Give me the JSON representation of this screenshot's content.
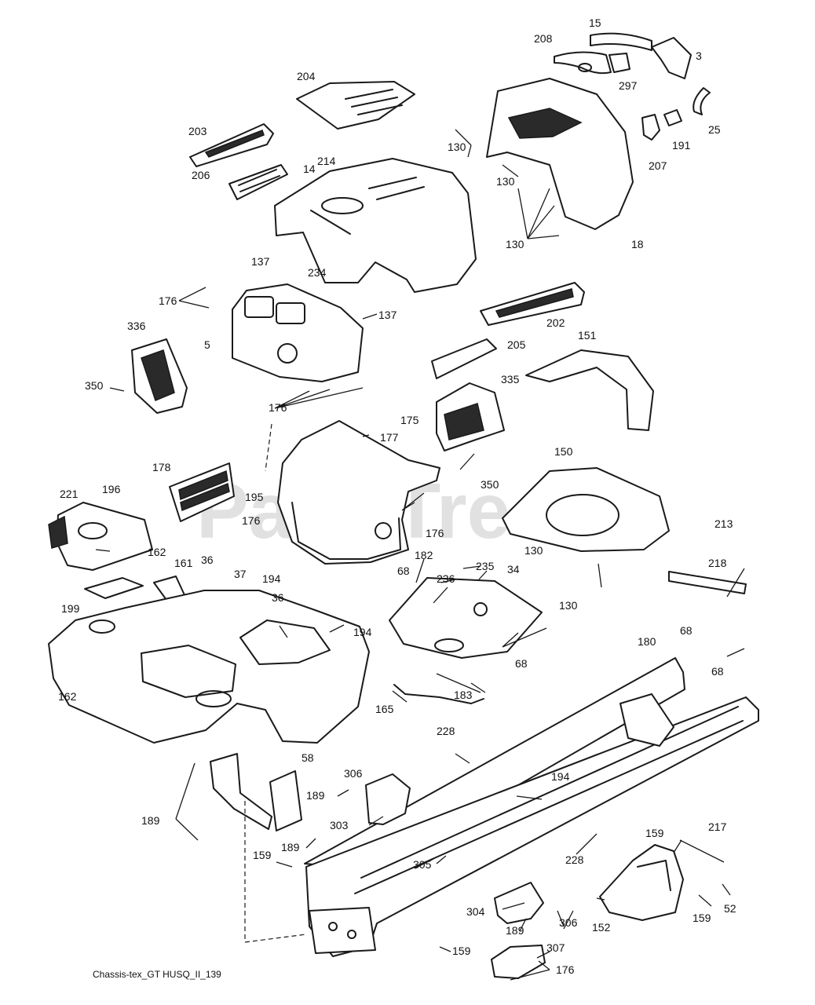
{
  "watermark": {
    "text": "PartsTree",
    "trademark": "™"
  },
  "footer_code": "Chassis-tex_GT HUSQ_II_139",
  "callouts": [
    {
      "id": "c15",
      "label": "15"
    },
    {
      "id": "c208",
      "label": "208"
    },
    {
      "id": "c3",
      "label": "3"
    },
    {
      "id": "c297",
      "label": "297"
    },
    {
      "id": "c204",
      "label": "204"
    },
    {
      "id": "c25",
      "label": "25"
    },
    {
      "id": "c203",
      "label": "203"
    },
    {
      "id": "c191",
      "label": "191"
    },
    {
      "id": "c130a",
      "label": "130"
    },
    {
      "id": "c207",
      "label": "207"
    },
    {
      "id": "c214",
      "label": "214"
    },
    {
      "id": "c14",
      "label": "14"
    },
    {
      "id": "c206",
      "label": "206"
    },
    {
      "id": "c130b",
      "label": "130"
    },
    {
      "id": "c130c",
      "label": "130"
    },
    {
      "id": "c18",
      "label": "18"
    },
    {
      "id": "c137a",
      "label": "137"
    },
    {
      "id": "c234",
      "label": "234"
    },
    {
      "id": "c176a",
      "label": "176"
    },
    {
      "id": "c137b",
      "label": "137"
    },
    {
      "id": "c202",
      "label": "202"
    },
    {
      "id": "c336",
      "label": "336"
    },
    {
      "id": "c5",
      "label": "5"
    },
    {
      "id": "c205",
      "label": "205"
    },
    {
      "id": "c151",
      "label": "151"
    },
    {
      "id": "c350a",
      "label": "350"
    },
    {
      "id": "c335",
      "label": "335"
    },
    {
      "id": "c176b",
      "label": "176"
    },
    {
      "id": "c175",
      "label": "175"
    },
    {
      "id": "c177",
      "label": "177"
    },
    {
      "id": "c150",
      "label": "150"
    },
    {
      "id": "c178",
      "label": "178"
    },
    {
      "id": "c350b",
      "label": "350"
    },
    {
      "id": "c221",
      "label": "221"
    },
    {
      "id": "c196",
      "label": "196"
    },
    {
      "id": "c195",
      "label": "195"
    },
    {
      "id": "c176c",
      "label": "176"
    },
    {
      "id": "c176d",
      "label": "176"
    },
    {
      "id": "c213",
      "label": "213"
    },
    {
      "id": "c130d",
      "label": "130"
    },
    {
      "id": "c162a",
      "label": "162"
    },
    {
      "id": "c182",
      "label": "182"
    },
    {
      "id": "c161",
      "label": "161"
    },
    {
      "id": "c36a",
      "label": "36"
    },
    {
      "id": "c37",
      "label": "37"
    },
    {
      "id": "c194a",
      "label": "194"
    },
    {
      "id": "c68a",
      "label": "68"
    },
    {
      "id": "c235",
      "label": "235"
    },
    {
      "id": "c218",
      "label": "218"
    },
    {
      "id": "c236",
      "label": "236"
    },
    {
      "id": "c34",
      "label": "34"
    },
    {
      "id": "c130e",
      "label": "130"
    },
    {
      "id": "c199",
      "label": "199"
    },
    {
      "id": "c36b",
      "label": "36"
    },
    {
      "id": "c194b",
      "label": "194"
    },
    {
      "id": "c68b",
      "label": "68"
    },
    {
      "id": "c68c",
      "label": "68"
    },
    {
      "id": "c180",
      "label": "180"
    },
    {
      "id": "c68d",
      "label": "68"
    },
    {
      "id": "c183",
      "label": "183"
    },
    {
      "id": "c162b",
      "label": "162"
    },
    {
      "id": "c165",
      "label": "165"
    },
    {
      "id": "c228a",
      "label": "228"
    },
    {
      "id": "c58",
      "label": "58"
    },
    {
      "id": "c306a",
      "label": "306"
    },
    {
      "id": "c194c",
      "label": "194"
    },
    {
      "id": "c189a",
      "label": "189"
    },
    {
      "id": "c189b",
      "label": "189"
    },
    {
      "id": "c303",
      "label": "303"
    },
    {
      "id": "c189c",
      "label": "189"
    },
    {
      "id": "c159a",
      "label": "159"
    },
    {
      "id": "c217",
      "label": "217"
    },
    {
      "id": "c159b",
      "label": "159"
    },
    {
      "id": "c305",
      "label": "305"
    },
    {
      "id": "c228b",
      "label": "228"
    },
    {
      "id": "c52",
      "label": "52"
    },
    {
      "id": "c304",
      "label": "304"
    },
    {
      "id": "c306b",
      "label": "306"
    },
    {
      "id": "c152",
      "label": "152"
    },
    {
      "id": "c159c",
      "label": "159"
    },
    {
      "id": "c189d",
      "label": "189"
    },
    {
      "id": "c307",
      "label": "307"
    },
    {
      "id": "c159d",
      "label": "159"
    },
    {
      "id": "c176e",
      "label": "176"
    }
  ]
}
